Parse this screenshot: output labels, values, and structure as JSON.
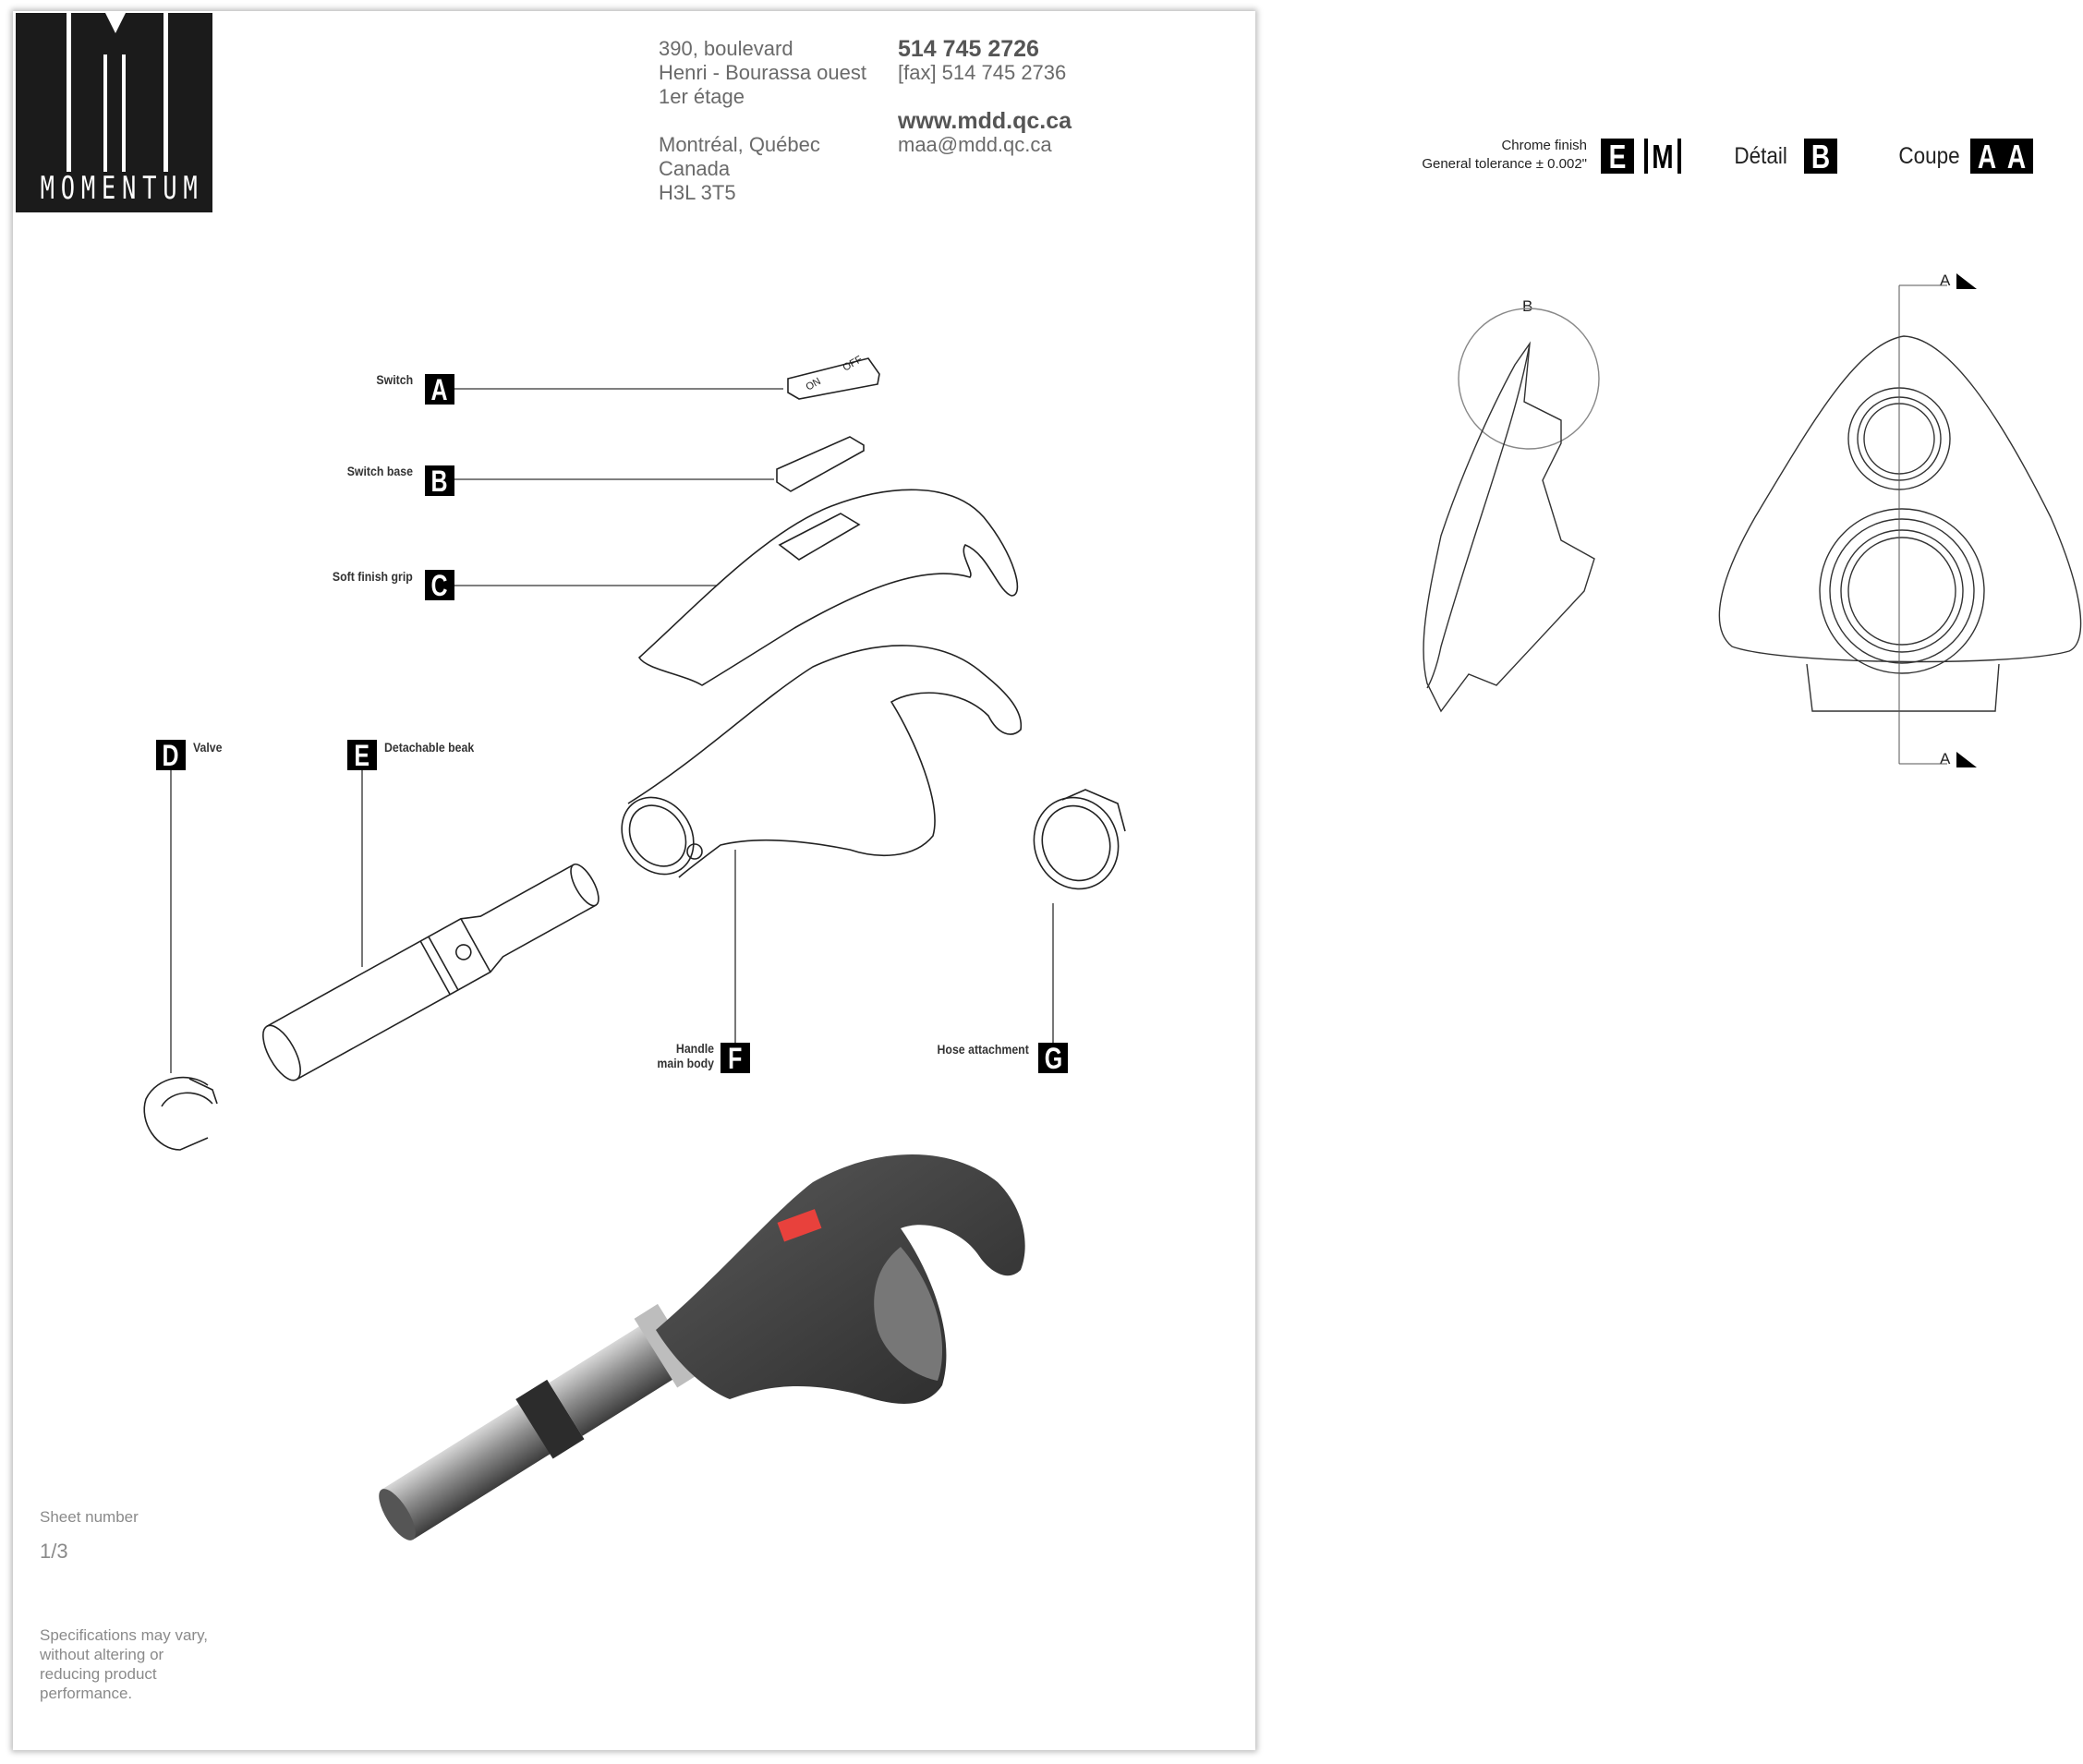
{
  "logo": {
    "text": "MOMENTUM"
  },
  "address": {
    "lines": [
      "390, boulevard",
      "Henri - Bourassa ouest",
      "1er étage"
    ],
    "city_lines": [
      "Montréal, Québec",
      "Canada",
      "H3L 3T5"
    ]
  },
  "contact": {
    "phone": "514 745 2726",
    "fax": "[fax] 514 745 2736",
    "website": "www.mdd.qc.ca",
    "email": "maa@mdd.qc.ca"
  },
  "parts": [
    {
      "letter": "A",
      "label": "Switch"
    },
    {
      "letter": "B",
      "label": "Switch base"
    },
    {
      "letter": "C",
      "label": "Soft finish grip"
    },
    {
      "letter": "D",
      "label": "Valve"
    },
    {
      "letter": "E",
      "label": "Detachable beak"
    },
    {
      "letter": "F",
      "label_line1": "Handle",
      "label_line2": "main body"
    },
    {
      "letter": "G",
      "label": "Hose attachment"
    }
  ],
  "finish": {
    "line1": "Chrome finish",
    "line2": "General tolerance ± 0.002\"",
    "code1": "E",
    "code2": "M"
  },
  "detail": {
    "label": "Détail",
    "letter": "B",
    "marker": "B"
  },
  "section": {
    "label": "Coupe",
    "letter1": "A",
    "letter2": "A",
    "marker_top": "A",
    "marker_bottom": "A"
  },
  "sheet": {
    "label": "Sheet number",
    "value": "1/3"
  },
  "disclaimer": [
    "Specifications may vary,",
    "without altering or",
    "reducing product",
    "performance."
  ],
  "colors": {
    "switch_red": "#e8413c",
    "body_dark": "#3a3a3a"
  }
}
